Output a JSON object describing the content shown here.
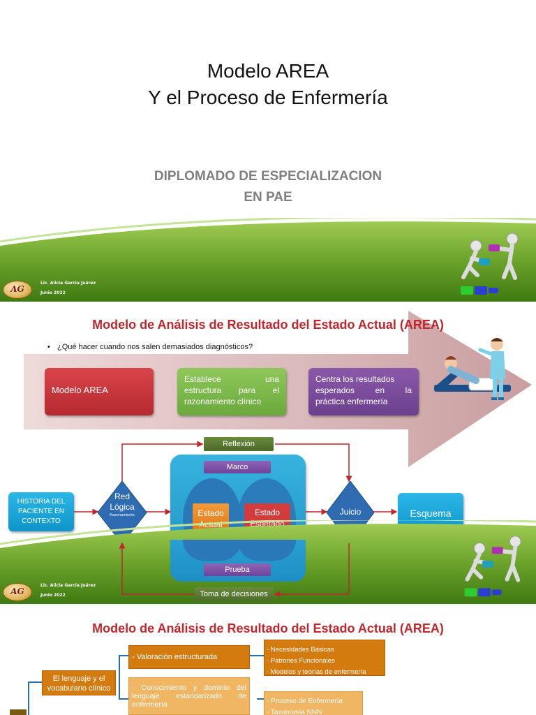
{
  "slide1": {
    "title_line1": "Modelo AREA",
    "title_line2": "Y el Proceso de Enfermería",
    "subtitle_line1": "DIPLOMADO DE ESPECIALIZACION",
    "subtitle_line2": "EN PAE",
    "footer": {
      "author": "Lic. Alicia Garcia Juárez",
      "date": "Junio 2022",
      "logo_text": "AG"
    }
  },
  "slide2": {
    "title": "Modelo de Análisis de Resultado del Estado Actual (AREA)",
    "bullet": "¿Qué hacer cuando nos salen demasiados diagnósticos?",
    "arrow_boxes": {
      "box1": "Modelo AREA",
      "box2_line1": "Establece una",
      "box2_line2": "estructura para el",
      "box2_line3": "razonamiento clínico",
      "box3_line1": "Centra los resultados",
      "box3_line2": "esperados en la",
      "box3_line3": "práctica enfermería"
    },
    "diagram": {
      "historia_line1": "HISTORIA DEL",
      "historia_line2": "PACIENTE EN",
      "historia_line3": "CONTEXTO",
      "red_line1": "Red",
      "red_line2": "Lógica",
      "red_line3": "Razonamiento",
      "reflexion": "Reflexión",
      "marco": "Marco",
      "estado_actual_line1": "Estado",
      "estado_actual_line2": "Actual",
      "estado_esperado_line1": "Estado",
      "estado_esperado_line2": "Esperado",
      "prueba": "Prueba",
      "juicio": "Juicio",
      "esquema": "Esquema",
      "toma": "Toma de decisiones"
    },
    "footer": {
      "author": "Lic. Alicia Garcia Juárez",
      "date": "Junio 2022",
      "logo_text": "AG"
    }
  },
  "slide3": {
    "title": "Modelo de Análisis de Resultado del Estado Actual (AREA)",
    "lenguaje_line1": "El lenguaje y el",
    "lenguaje_line2": "vocabulario clínico",
    "valoracion": "- Valoración estructurada",
    "conocimiento_line1": "- Conocimiento y dominio del",
    "conocimiento_line2": "lenguaje estandarizado de",
    "conocimiento_line3": "enfermería",
    "necesidades": "- Necesidades Básicas",
    "patrones": "- Patrones Funcionales",
    "modelos": "- Modelos y teorías de enfermería",
    "proceso": "- Proceso de Enfermería",
    "taxonomia": "- Taxonomía NNN"
  },
  "colors": {
    "title_red": "#c0272d",
    "green_band": "#6aa22a",
    "cyan": "#1ba7dc",
    "diamond_blue": "#2e6bb0",
    "orange": "#d47b0f"
  }
}
